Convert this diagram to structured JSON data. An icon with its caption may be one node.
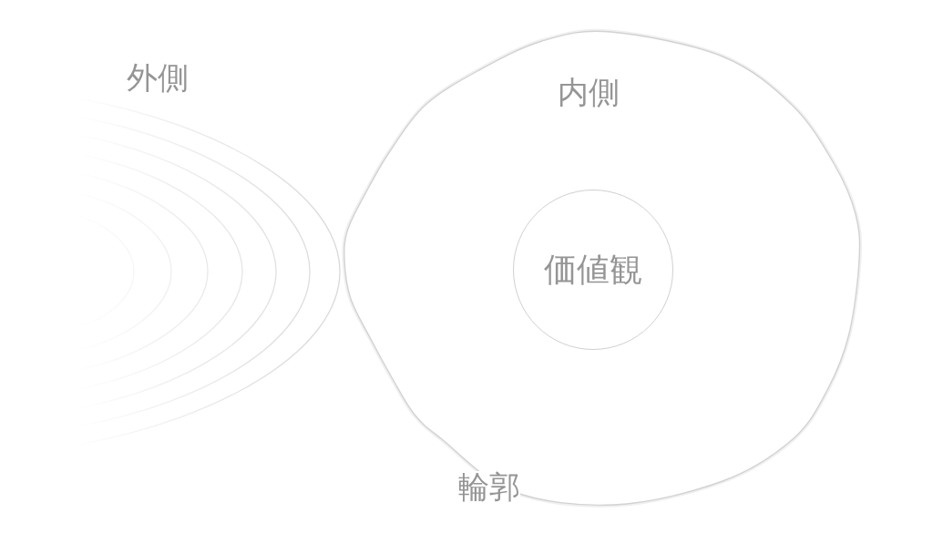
{
  "diagram": {
    "nodes": [
      {
        "text": [
          "内側"
        ],
        "beside": [
          "輪郭"
        ]
      },
      {
        "text": [
          "価値観"
        ],
        "in": 0
      }
    ],
    "labels": [
      "外側"
    ]
  }
}
